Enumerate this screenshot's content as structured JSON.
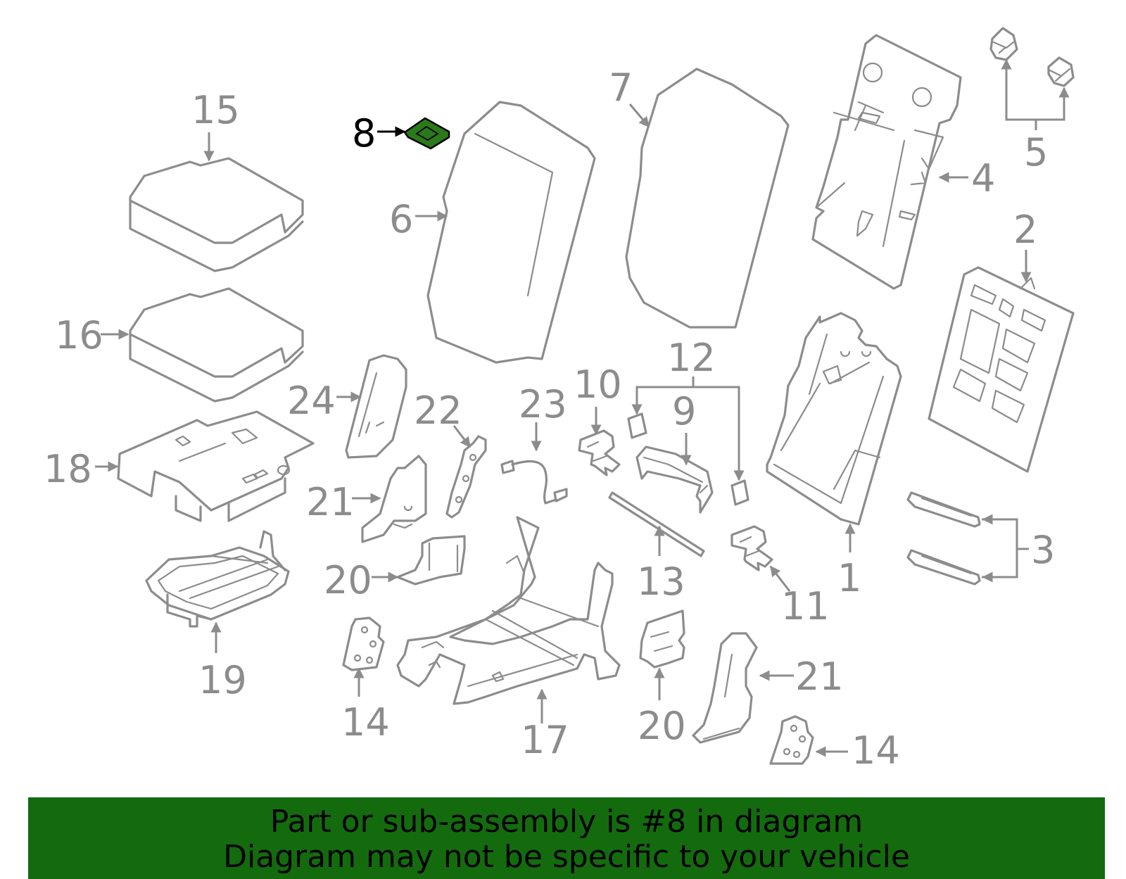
{
  "colors": {
    "line": "#8c8c8c",
    "highlight_fill": "#2a7a1a",
    "banner_bg": "#136b0e",
    "banner_text": "#000000"
  },
  "highlighted_part": "8",
  "callouts": {
    "c1": "1",
    "c2": "2",
    "c3": "3",
    "c4": "4",
    "c5": "5",
    "c6": "6",
    "c7": "7",
    "c8": "8",
    "c9": "9",
    "c10": "10",
    "c11": "11",
    "c12": "12",
    "c13": "13",
    "c14a": "14",
    "c14b": "14",
    "c15": "15",
    "c16": "16",
    "c17": "17",
    "c18": "18",
    "c19": "19",
    "c20a": "20",
    "c20b": "20",
    "c21a": "21",
    "c21b": "21",
    "c22": "22",
    "c23": "23",
    "c24": "24"
  },
  "banner": {
    "line1": "Part or sub-assembly is #8 in diagram",
    "line2": "Diagram may not be specific to your vehicle"
  }
}
